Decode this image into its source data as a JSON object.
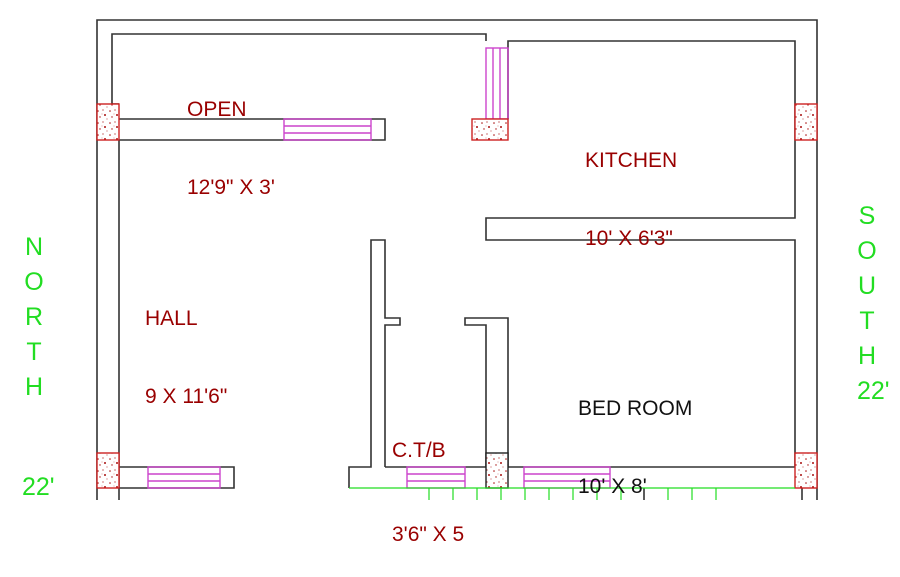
{
  "colors": {
    "wall": "#333333",
    "room_label": "#990000",
    "bedroom_label": "#111111",
    "window": "#cc44cc",
    "column_border": "#cc2222",
    "column_fill": "#aa1111",
    "compass": "#22dd22",
    "steps": "#22dd22"
  },
  "rooms": [
    {
      "name": "OPEN",
      "size": "12'9\" X 3'"
    },
    {
      "name": "KITCHEN",
      "size": "10' X 6'3\""
    },
    {
      "name": "HALL",
      "size": "9 X 11'6\""
    },
    {
      "name": "C.T/B",
      "size": "3'6\" X 5"
    },
    {
      "name": "BED ROOM",
      "size": "10' X 8'"
    }
  ],
  "compass": {
    "left": {
      "letters": [
        "N",
        "O",
        "R",
        "T",
        "H"
      ],
      "dimension": "22'"
    },
    "right": {
      "letters": [
        "S",
        "O",
        "U",
        "T",
        "H"
      ],
      "dimension": "22'"
    }
  }
}
